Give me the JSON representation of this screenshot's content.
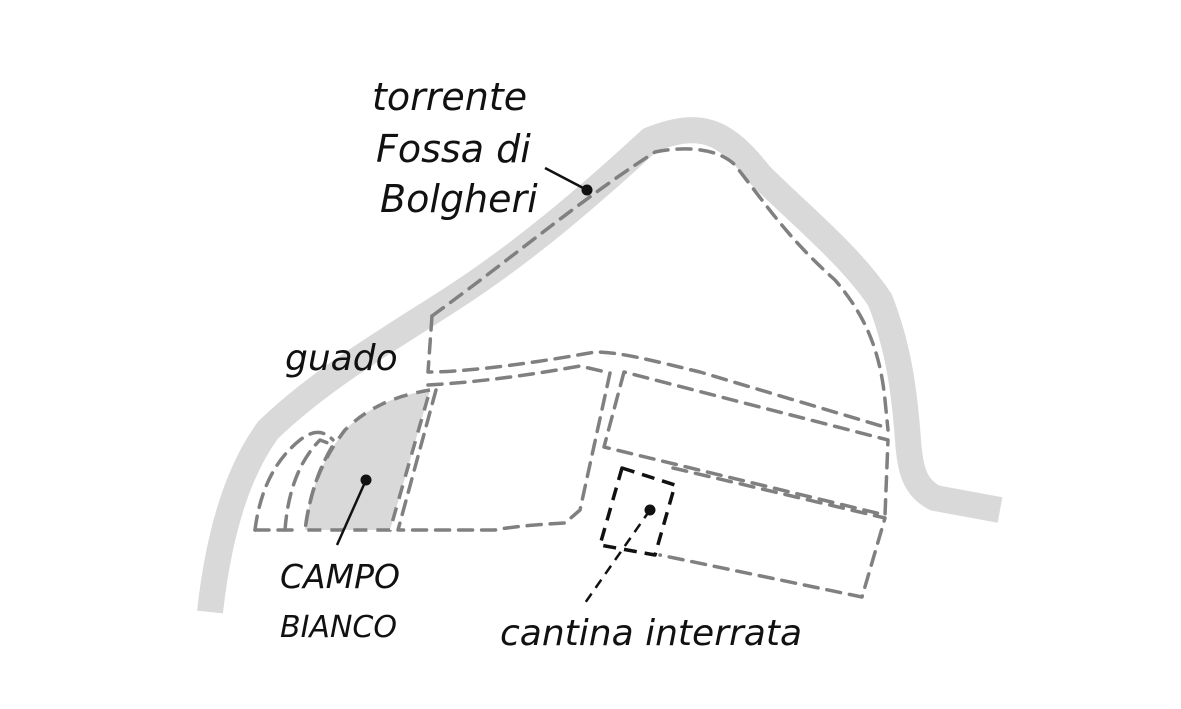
{
  "labels": {
    "stream_line1": "torrente",
    "stream_line2": "Fossa di",
    "stream_line3": "Bolgheri",
    "ford": "guado",
    "field_line1": "CAMPO",
    "field_line2": "BIANCO",
    "cellar": "cantina interrata"
  },
  "colors": {
    "stream": "#d9d9d9",
    "field_fill": "#d9d9d9",
    "plot_border": "#808080",
    "ink": "#111111"
  }
}
